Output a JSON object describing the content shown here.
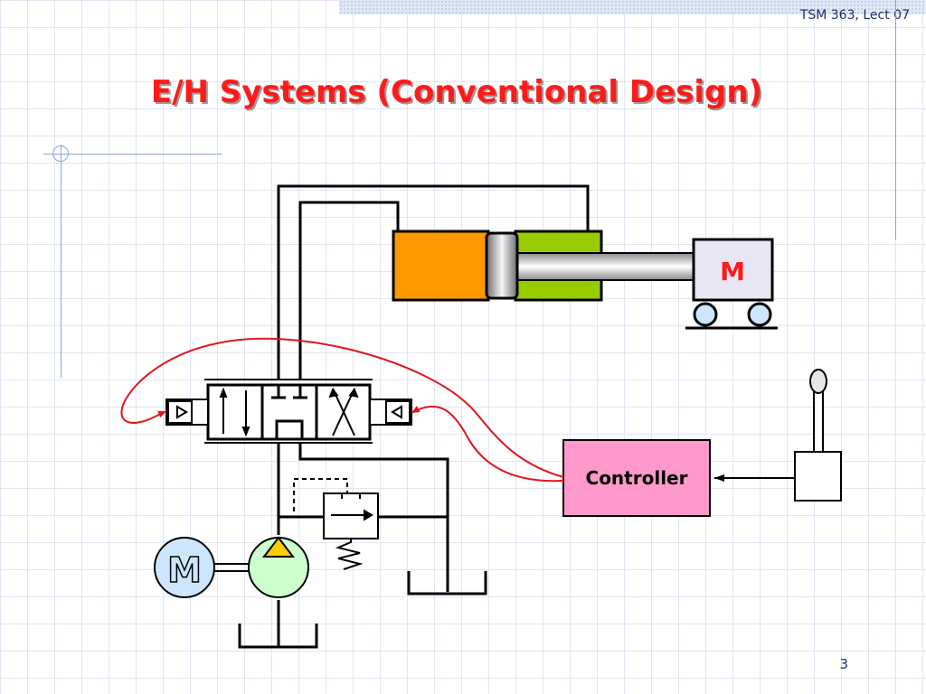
{
  "header": {
    "course_code": "TSM 363, Lect 07"
  },
  "slide": {
    "title": "E/H Systems (Conventional Design)",
    "page_number": "3"
  },
  "diagram": {
    "load_mass_label": "M",
    "motor_label": "M",
    "controller_label": "Controller"
  },
  "colors": {
    "title": "#ff1a1a",
    "cylinder_cap_end": "#ff9900",
    "cylinder_rod_end": "#99cc00",
    "controller_fill": "#ff99cc",
    "pump_fill": "#ccffcc",
    "pump_triangle": "#ffcc00",
    "motor_fill": "#cce6ff",
    "load_fill": "#e6e6f5",
    "signal_wire": "#e0161e"
  },
  "icons": [
    "directional-valve-symbol",
    "relief-valve-symbol",
    "pump-symbol",
    "joystick-icon",
    "tank-symbol"
  ]
}
